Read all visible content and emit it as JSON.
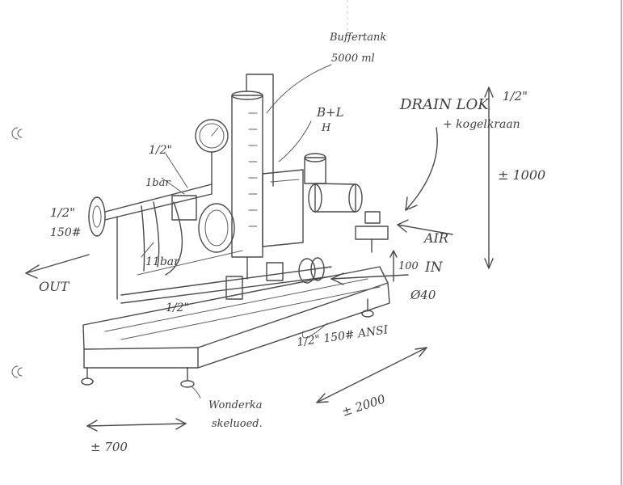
{
  "labels": {
    "tank": "Buffertank",
    "tank_volume": "5000 ml",
    "pressure_gauge": "B+L",
    "gauge_h": "H",
    "drain_lok": "DRAIN LOK",
    "drain_size": "1/2\"",
    "drain_note": "+ kogelkraan",
    "height": "± 1000",
    "half_inch_top": "1/2\"",
    "one_bar": "1bar",
    "out_size": "1/2\"",
    "out_rating": "150#",
    "out": "OUT",
    "eleven_bar": "11bar",
    "half_inch_mid": "1/2\"",
    "air": "AIR",
    "in_size": "100",
    "in": "IN",
    "in_dia": "Ø40",
    "ansi": "1/2\" 150# ANSI",
    "length": "± 2000",
    "width": "± 700",
    "castors": "Wonderka",
    "castors2": "skeluoed."
  }
}
